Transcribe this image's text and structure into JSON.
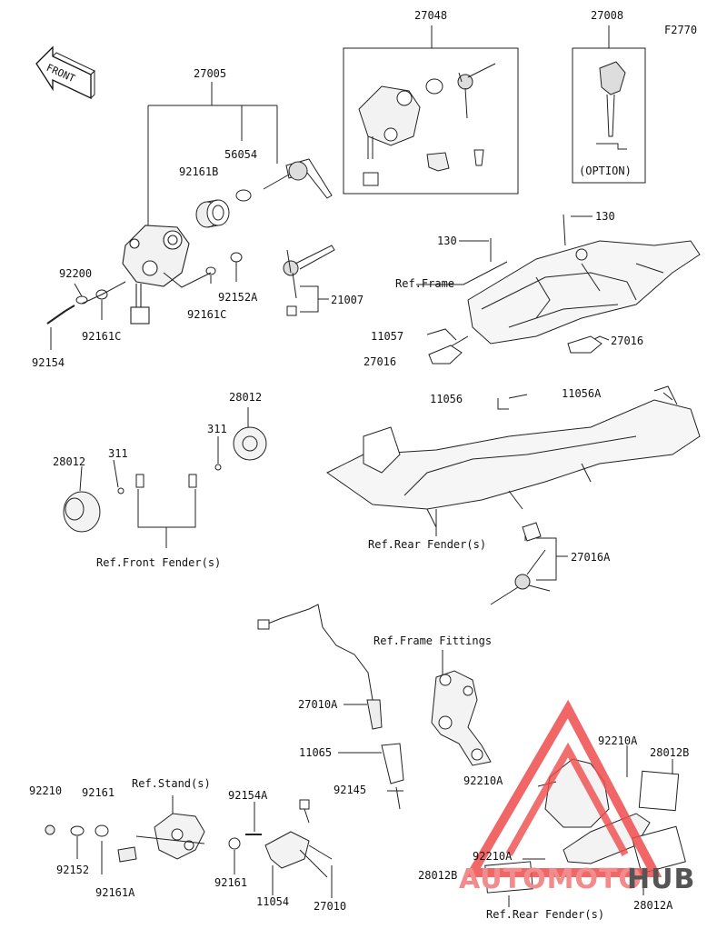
{
  "diagram": {
    "code": "F2770",
    "front_text": "FRONT",
    "labels": {
      "p27048": "27048",
      "p27008": "27008",
      "p27005": "27005",
      "p56054": "56054",
      "p92161B": "92161B",
      "p92200": "92200",
      "p92161C_a": "92161C",
      "p92161C_b": "92161C",
      "p92152A": "92152A",
      "p92154": "92154",
      "p21007": "21007",
      "option": "(OPTION)",
      "p130_a": "130",
      "p130_b": "130",
      "ref_frame": "Ref.Frame",
      "p11057": "11057",
      "p27016_a": "27016",
      "p27016_b": "27016",
      "p11056": "11056",
      "p11056A": "11056A",
      "p28012_a": "28012",
      "p28012_b": "28012",
      "p311_a": "311",
      "p311_b": "311",
      "ref_front_fender": "Ref.Front Fender(s)",
      "ref_rear_fender_a": "Ref.Rear Fender(s)",
      "p27016A": "27016A",
      "ref_frame_fittings": "Ref.Frame Fittings",
      "p27010A": "27010A",
      "p11065": "11065",
      "p92145": "92145",
      "p92210A_a": "92210A",
      "p28012B_a": "28012B",
      "p92210A_b": "92210A",
      "p92210": "92210",
      "p92161_a": "92161",
      "ref_stand": "Ref.Stand(s)",
      "p92154A": "92154A",
      "p92152": "92152",
      "p92161A": "92161A",
      "p92161_b": "92161",
      "p11054": "11054",
      "p27010": "27010",
      "p92210A_c": "92210A",
      "p28012B_b": "28012B",
      "ref_rear_fender_b": "Ref.Rear Fender(s)",
      "p28012A": "28012A"
    }
  },
  "watermark": {
    "text_a": "AUTOMOTO",
    "text_b": "HUB",
    "color_a": "#f28c8c",
    "color_b": "#555555",
    "triangle_color": "#ee4b4b"
  }
}
